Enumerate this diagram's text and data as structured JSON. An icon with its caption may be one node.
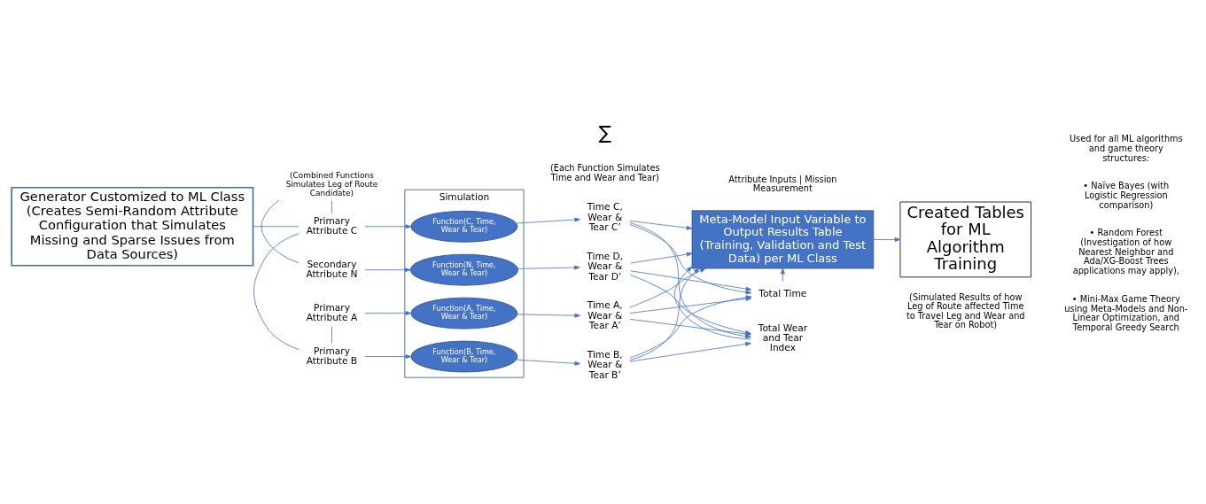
{
  "diagram": {
    "nodes": [
      {
        "text": [
          "Generator Customized to ML Class (Creates Semi-Random Attribute Configuration that Simulates Missing and Sparse Issues from Data Sources)"
        ]
      },
      {
        "text": [
          "Primary Attribute A"
        ]
      },
      {
        "text": [
          "Primary Attribute B"
        ]
      },
      {
        "text": [
          "Primary Attribute C"
        ]
      },
      {
        "text": [
          "(Combined Functions Simulates Leg of Route Candidate)"
        ]
      },
      {
        "text": [
          "Secondary Attribute N"
        ]
      },
      {
        "text": [
          "Simulation"
        ]
      },
      {
        "text": [
          "Function(A, Time, Wear & Tear)"
        ],
        "in": 6
      },
      {
        "text": [
          "Function(B, Time, Wear & Tear)"
        ],
        "in": 6
      },
      {
        "text": [
          "Function(C, Time, Wear & Tear)"
        ],
        "in": 6
      },
      {
        "text": [
          "Function(N, Time, Wear & Tear)"
        ],
        "in": 6
      },
      {
        "text": [
          "Time A, Wear & Tear A’"
        ]
      },
      {
        "text": [
          "Time B, Wear & Tear B’"
        ]
      },
      {
        "text": [
          "Time C, Wear & Tear C’"
        ]
      },
      {
        "text": [
          "Time D, Wear & Tear D’"
        ]
      },
      {
        "text": [
          "Meta-Model Input Variable to Output Results Table (Training, Validation and Test Data) per ML Class"
        ]
      },
      {
        "text": [
          "Created Tables for ML Algorithm Training"
        ]
      },
      {
        "text": [
          "Total Time"
        ]
      },
      {
        "text": [
          "Total Wear and Tear Index"
        ]
      }
    ],
    "edges": [
      {
        "from": 0,
        "to": 3,
        "arrow": "none"
      },
      {
        "from": 1,
        "to": 2,
        "arrow": "none"
      },
      {
        "from": 2,
        "to": 3,
        "arrow": "none"
      },
      {
        "from": 3,
        "to": 4,
        "arrow": "none"
      },
      {
        "from": 4,
        "to": 5,
        "arrow": "none"
      },
      {
        "from": 1,
        "to": 7,
        "arrow": "to"
      },
      {
        "from": 2,
        "to": 8,
        "arrow": "to"
      },
      {
        "from": 3,
        "to": 9,
        "arrow": "to"
      },
      {
        "from": 5,
        "to": 10,
        "arrow": "to"
      },
      {
        "from": 7,
        "to": 11,
        "arrow": "to"
      },
      {
        "from": 8,
        "to": 12,
        "arrow": "to"
      },
      {
        "from": 9,
        "to": 13,
        "arrow": "to"
      },
      {
        "from": 10,
        "to": 14,
        "arrow": "to"
      },
      {
        "from": 11,
        "to": 15,
        "arrow": "to"
      },
      {
        "from": 12,
        "to": 15,
        "arrow": "to"
      },
      {
        "from": 13,
        "to": 15,
        "arrow": "to"
      },
      {
        "from": 14,
        "to": 15,
        "arrow": "to"
      },
      {
        "from": 11,
        "to": 17,
        "arrow": "to"
      },
      {
        "from": 12,
        "to": 17,
        "arrow": "to"
      },
      {
        "from": 13,
        "to": 17,
        "arrow": "to"
      },
      {
        "from": 14,
        "to": 17,
        "arrow": "to"
      },
      {
        "from": 11,
        "to": 18,
        "arrow": "to"
      },
      {
        "from": 12,
        "to": 18,
        "arrow": "to"
      },
      {
        "from": 13,
        "to": 18,
        "arrow": "to"
      },
      {
        "from": 14,
        "to": 18,
        "arrow": "to"
      },
      {
        "from": 17,
        "to": 15,
        "arrow": "to"
      },
      {
        "from": 18,
        "to": 15,
        "arrow": "to"
      },
      {
        "from": 15,
        "to": 16,
        "arrow": "to"
      }
    ],
    "labels": [
      "Attribute Inputs | Mission Measurement",
      "(Each Function Simulates Time and Wear and Tear)",
      "∑",
      "(Simulated Results of how Leg of Route affected Time to Travel Leg and Wear and Tear on Robot)",
      "Used for all ML algorithms and game theory structures:",
      "• Naïve Bayes (with Logistic Regression comparison)",
      "• Random Forest (Investigation of how Nearest Neighbor and Ada/XG-Boost Trees applications may apply),",
      "• Mini-Max Game Theory using Meta-Models and Non-Linear Optimization, and Temporal Greedy Search"
    ]
  }
}
